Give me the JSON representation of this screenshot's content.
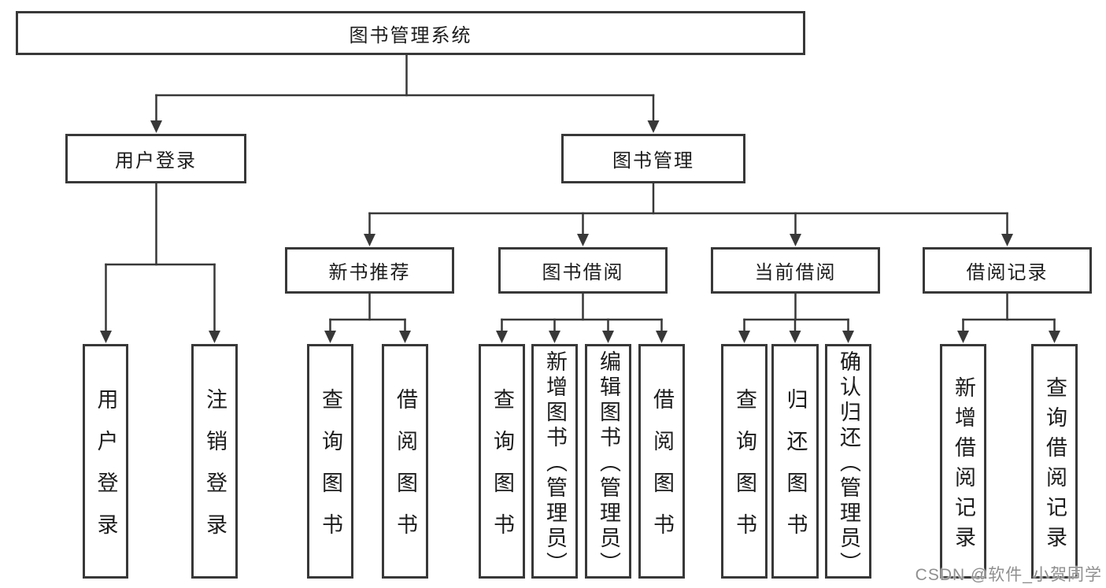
{
  "tree": {
    "label": "图书管理系统",
    "children": [
      {
        "label": "用户登录",
        "children": [
          {
            "label": "用户登录"
          },
          {
            "label": "注销登录"
          }
        ]
      },
      {
        "label": "图书管理",
        "children": [
          {
            "label": "新书推荐",
            "children": [
              {
                "label": "查询图书"
              },
              {
                "label": "借阅图书"
              }
            ]
          },
          {
            "label": "图书借阅",
            "children": [
              {
                "label": "查询图书"
              },
              {
                "label": "新增图书（管理员）"
              },
              {
                "label": "编辑图书（管理员）"
              },
              {
                "label": "借阅图书"
              }
            ]
          },
          {
            "label": "当前借阅",
            "children": [
              {
                "label": "查询图书"
              },
              {
                "label": "归还图书"
              },
              {
                "label": "确认归还（管理员）"
              }
            ]
          },
          {
            "label": "借阅记录",
            "children": [
              {
                "label": "新增借阅记录"
              },
              {
                "label": "查询借阅记录"
              }
            ]
          }
        ]
      }
    ]
  },
  "colors": {
    "line": "#383838",
    "text": "#1c1c1c",
    "watermark": "#8f8f8f"
  },
  "watermark": {
    "text": "CSDN @软件_小贺同学"
  }
}
